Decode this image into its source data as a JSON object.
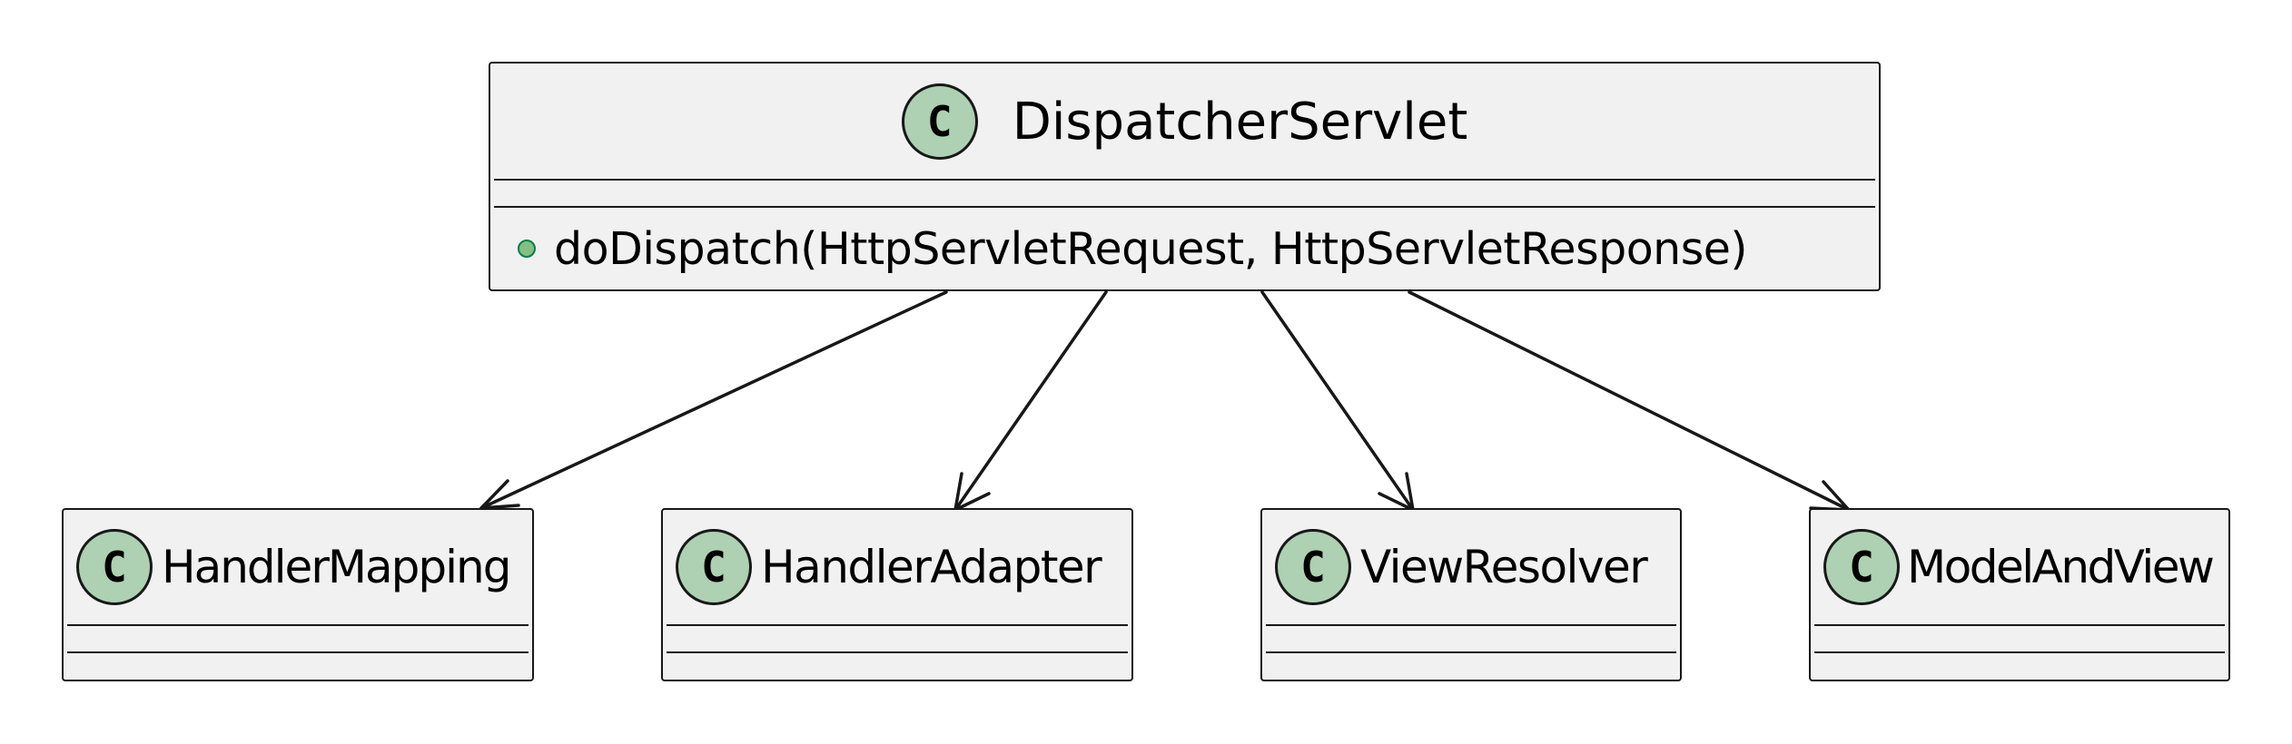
{
  "diagram": {
    "type": "uml-class-diagram",
    "colors": {
      "class_fill": "#f1f1f1",
      "border": "#181818",
      "class_icon_fill": "#add1b2",
      "method_dot_fill": "#84be84",
      "method_dot_border": "#038048",
      "text": "#000000"
    },
    "classes": {
      "dispatcher": {
        "icon": "C",
        "name": "DispatcherServlet",
        "methods": [
          {
            "visibility": "public",
            "signature": "doDispatch(HttpServletRequest, HttpServletResponse)"
          }
        ]
      },
      "handler_mapping": {
        "icon": "C",
        "name": "HandlerMapping"
      },
      "handler_adapter": {
        "icon": "C",
        "name": "HandlerAdapter"
      },
      "view_resolver": {
        "icon": "C",
        "name": "ViewResolver"
      },
      "model_and_view": {
        "icon": "C",
        "name": "ModelAndView"
      }
    },
    "associations": [
      {
        "from": "DispatcherServlet",
        "to": "HandlerMapping",
        "arrow": "open"
      },
      {
        "from": "DispatcherServlet",
        "to": "HandlerAdapter",
        "arrow": "open"
      },
      {
        "from": "DispatcherServlet",
        "to": "ViewResolver",
        "arrow": "open"
      },
      {
        "from": "DispatcherServlet",
        "to": "ModelAndView",
        "arrow": "open"
      }
    ]
  }
}
